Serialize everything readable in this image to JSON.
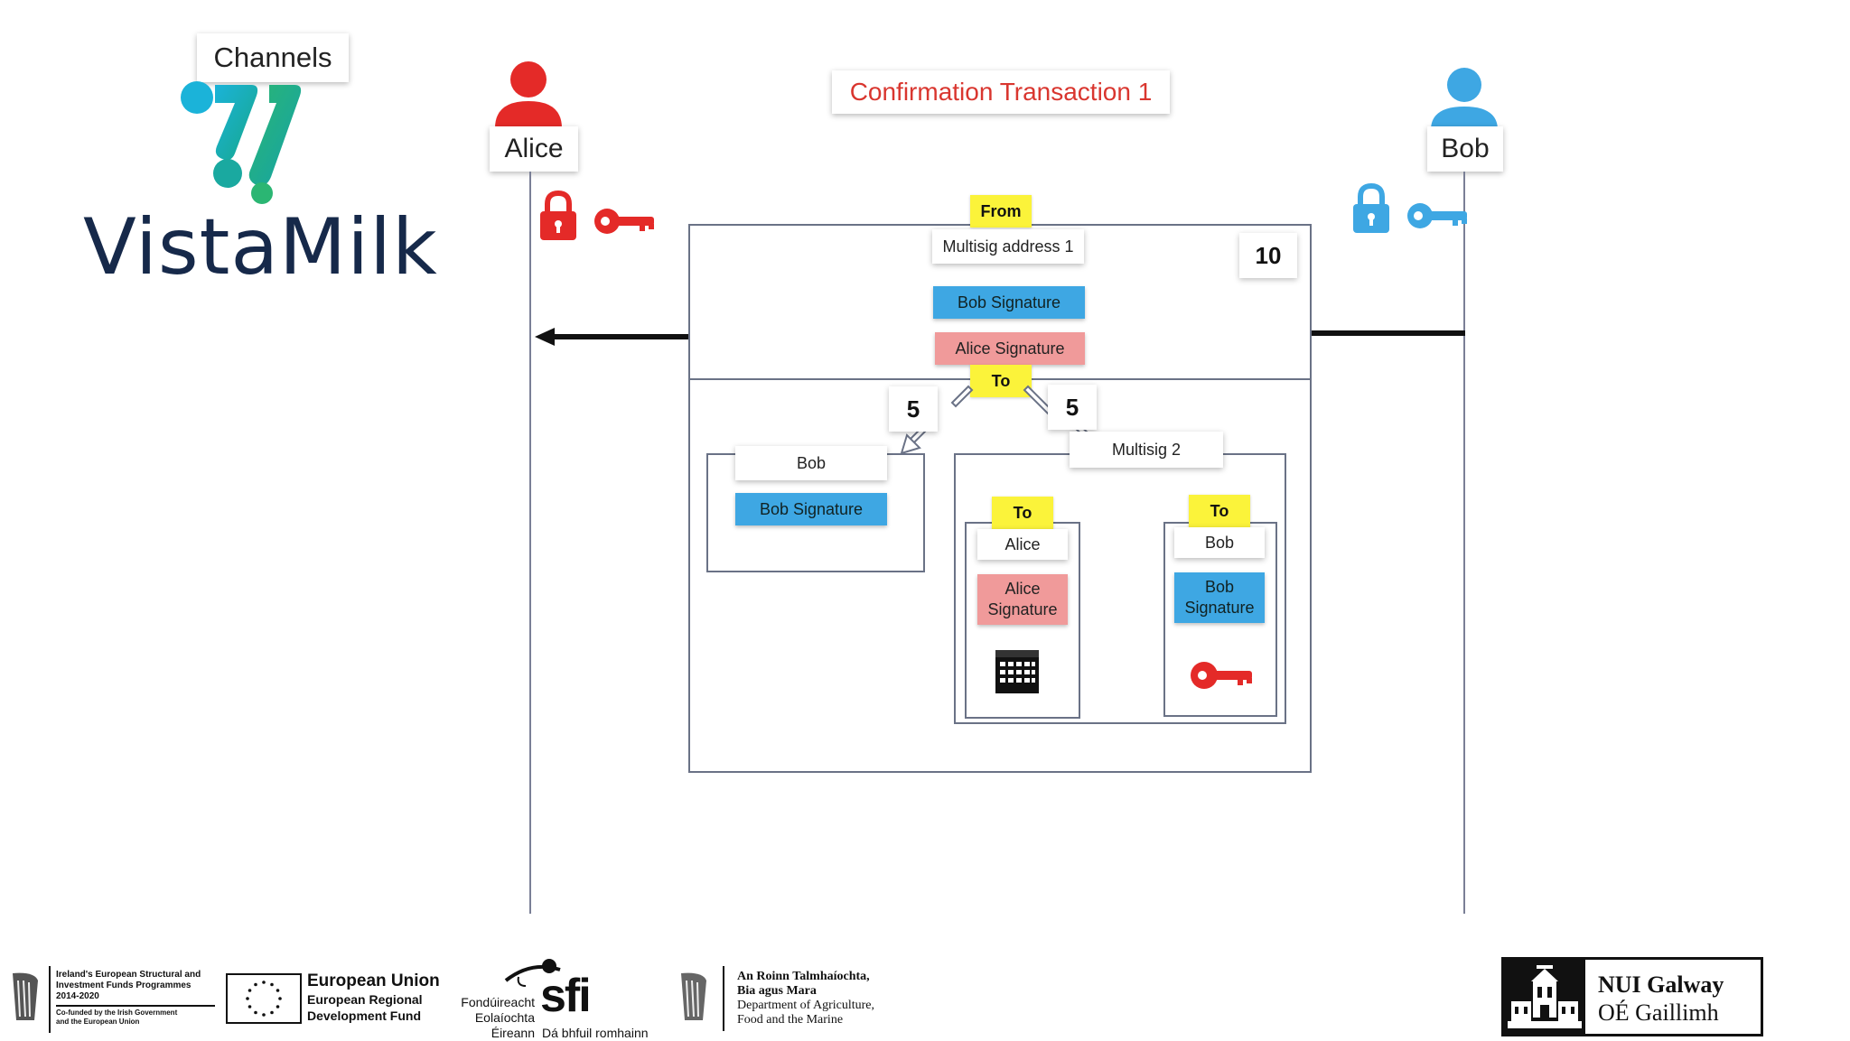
{
  "branding": {
    "channels_label": "Channels",
    "logo_text": "VistaMilk"
  },
  "diagram": {
    "title": "Confirmation Transaction 1",
    "actors": {
      "alice": "Alice",
      "bob": "Bob"
    },
    "from_label": "From",
    "from_address": "Multisig address 1",
    "amount_total": "10",
    "signatures": {
      "bob": "Bob Signature",
      "alice": "Alice Signature"
    },
    "to_label": "To",
    "split_left_amount": "5",
    "split_right_amount": "5",
    "output_bob": {
      "name": "Bob",
      "signature": "Bob Signature"
    },
    "output_multisig": {
      "name": "Multisig 2",
      "left": {
        "to_label": "To",
        "name": "Alice",
        "signature_line1": "Alice",
        "signature_line2": "Signature",
        "icon": "calendar-icon"
      },
      "right": {
        "to_label": "To",
        "name": "Bob",
        "signature_line1": "Bob",
        "signature_line2": "Signature",
        "icon": "key-icon"
      }
    }
  },
  "colors": {
    "alice_red": "#e42a28",
    "bob_blue": "#3ea7e3",
    "highlight_yellow": "#fbf33a",
    "title_red": "#d9362f",
    "logo_navy": "#16294a"
  },
  "footer": {
    "esif_line1": "Ireland's European Structural and",
    "esif_line2": "Investment Funds Programmes",
    "esif_line3": "2014-2020",
    "esif_line4": "Co-funded by the Irish Government",
    "esif_line5": "and the European Union",
    "eu_line1": "European Union",
    "eu_line2": "European Regional",
    "eu_line3": "Development Fund",
    "sfi_line1": "Fondúireacht",
    "sfi_line2": "Eolaíochta",
    "sfi_line3": "Éireann",
    "sfi_logo": "sfi",
    "sfi_tagline": "Dá bhfuil romhainn",
    "dafm_line1": "An Roinn Talmhaíochta,",
    "dafm_line2": "Bia agus Mara",
    "dafm_line3": "Department of Agriculture,",
    "dafm_line4": "Food and the Marine",
    "nui_line1": "NUI Galway",
    "nui_line2": "OÉ Gaillimh"
  }
}
